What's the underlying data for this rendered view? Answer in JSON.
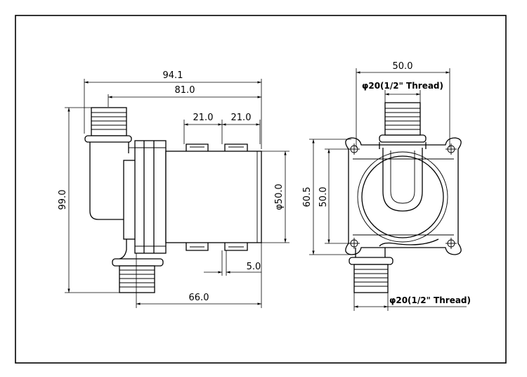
{
  "front_view": {
    "dims": {
      "overall_length": "94.1",
      "body_length": "81.0",
      "slot_a": "21.0",
      "slot_b": "21.0",
      "height": "99.0",
      "diameter": "φ50.0",
      "gap": "5.0",
      "base_length": "66.0"
    }
  },
  "side_view": {
    "dims": {
      "width": "50.0",
      "outlet_thread": "φ20(1/2\" Thread)",
      "flange_height": "60.5",
      "hole_spacing": "50.0",
      "inlet_thread": "φ20(1/2\" Thread)"
    }
  }
}
